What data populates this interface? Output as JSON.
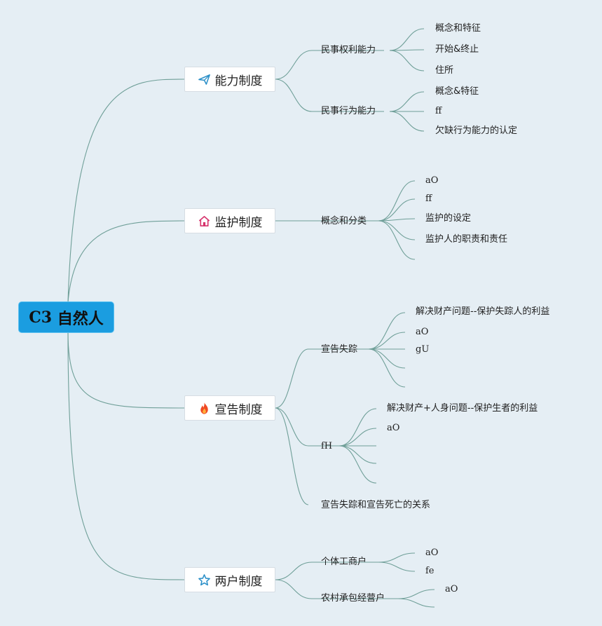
{
  "root": {
    "code": "C3",
    "title": "自然人"
  },
  "icons": {
    "capacity": "paper-plane-icon",
    "guardianship": "house-icon",
    "declaration": "fire-icon",
    "households": "star-icon"
  },
  "colors": {
    "root_fill": "#1b9de0",
    "link": "#6f9f98",
    "background": "#e5eef4"
  },
  "branches": {
    "capacity": {
      "label": "能力制度",
      "sub": [
        {
          "label": "民事权利能力",
          "children": [
            "概念和特征",
            "开始&终止",
            "住所"
          ]
        },
        {
          "label": "民事行为能力",
          "children": [
            "概念&特征",
            "ff",
            "欠缺行为能力的认定"
          ]
        }
      ]
    },
    "guardianship": {
      "label": "监护制度",
      "sub": [
        {
          "label": "概念和分类",
          "children": [
            "aO",
            "ff",
            "监护的设定",
            "监护人的职责和责任",
            ""
          ]
        }
      ]
    },
    "declaration": {
      "label": "宣告制度",
      "sub": [
        {
          "label": "宣告失踪",
          "children": [
            "解决财产问题--保护失踪人的利益",
            "aO",
            "gU",
            "",
            ""
          ]
        },
        {
          "label": "fH",
          "children": [
            "解决财产+人身问题--保护生者的利益",
            "aO",
            "",
            "",
            ""
          ]
        },
        {
          "label": "宣告失踪和宣告死亡的关系",
          "children": []
        }
      ]
    },
    "households": {
      "label": "两户制度",
      "sub": [
        {
          "label": "个体工商户",
          "children": [
            "aO",
            "fe"
          ]
        },
        {
          "label": "农村承包经营户",
          "children": [
            "aO",
            ""
          ]
        }
      ]
    }
  }
}
